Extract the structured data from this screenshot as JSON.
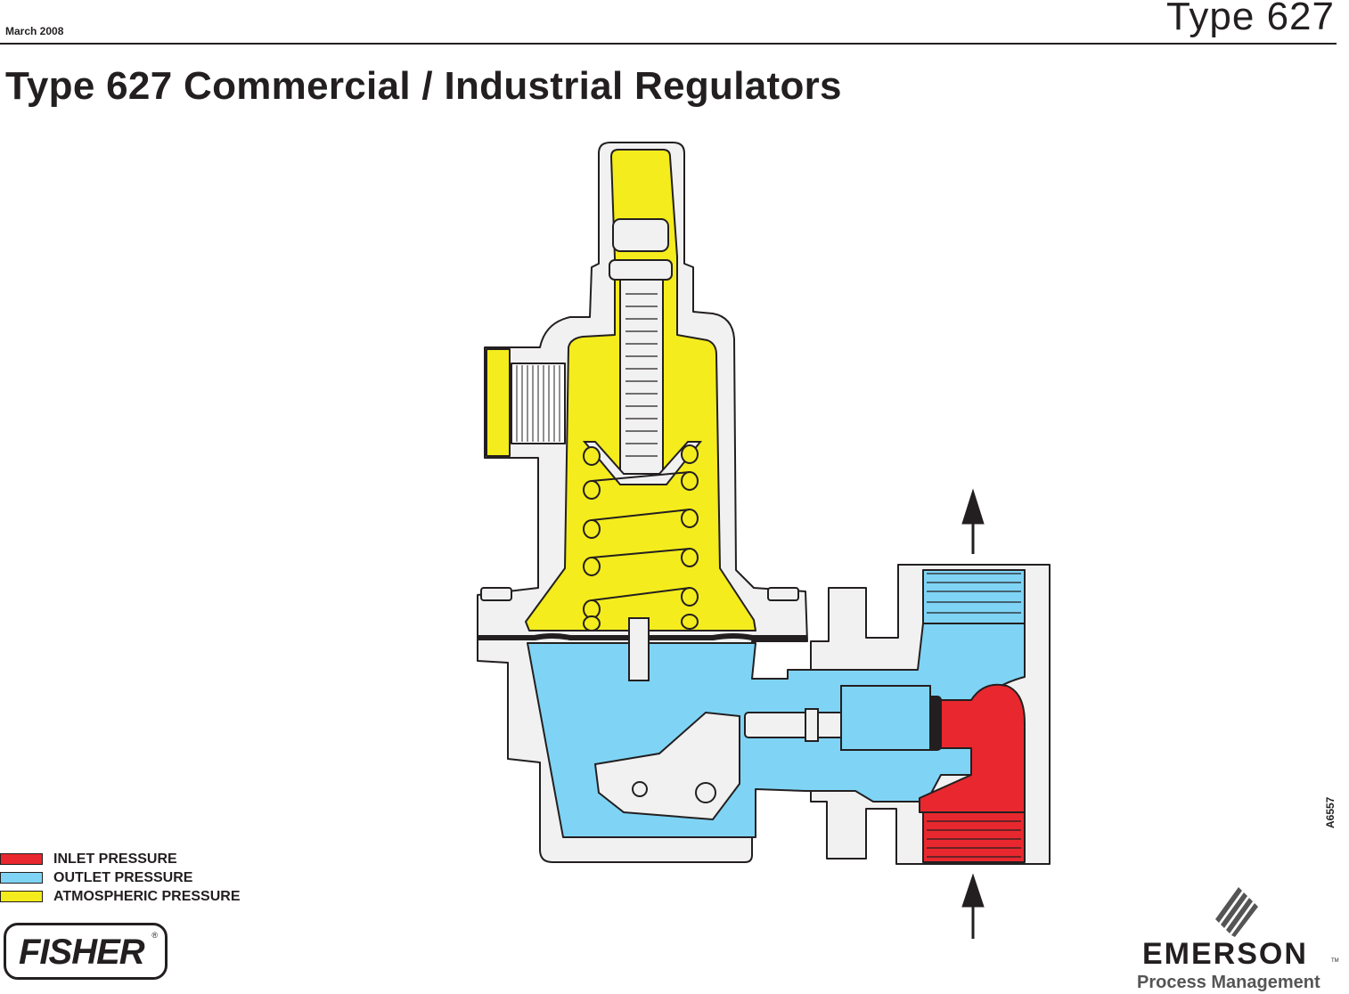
{
  "header": {
    "date": "March 2008",
    "type_label": "Type 627",
    "title": "Type 627 Commercial / Industrial Regulators"
  },
  "legend": [
    {
      "label": "INLET PRESSURE",
      "color": "#e8282e"
    },
    {
      "label": "OUTLET PRESSURE",
      "color": "#7fd4f5"
    },
    {
      "label": "ATMOSPHERIC PRESSURE",
      "color": "#f4ec1c"
    }
  ],
  "figure_id": "A6557",
  "brands": {
    "fisher": "FISHER",
    "fisher_mark": "®",
    "emerson": "EMERSON",
    "emerson_mark": "TM",
    "emerson_sub": "Process Management"
  },
  "colors": {
    "inlet": "#e8282e",
    "outlet": "#7fd4f5",
    "atmospheric": "#f4ec1c",
    "body": "#f1f1f1",
    "outline": "#231f20"
  }
}
